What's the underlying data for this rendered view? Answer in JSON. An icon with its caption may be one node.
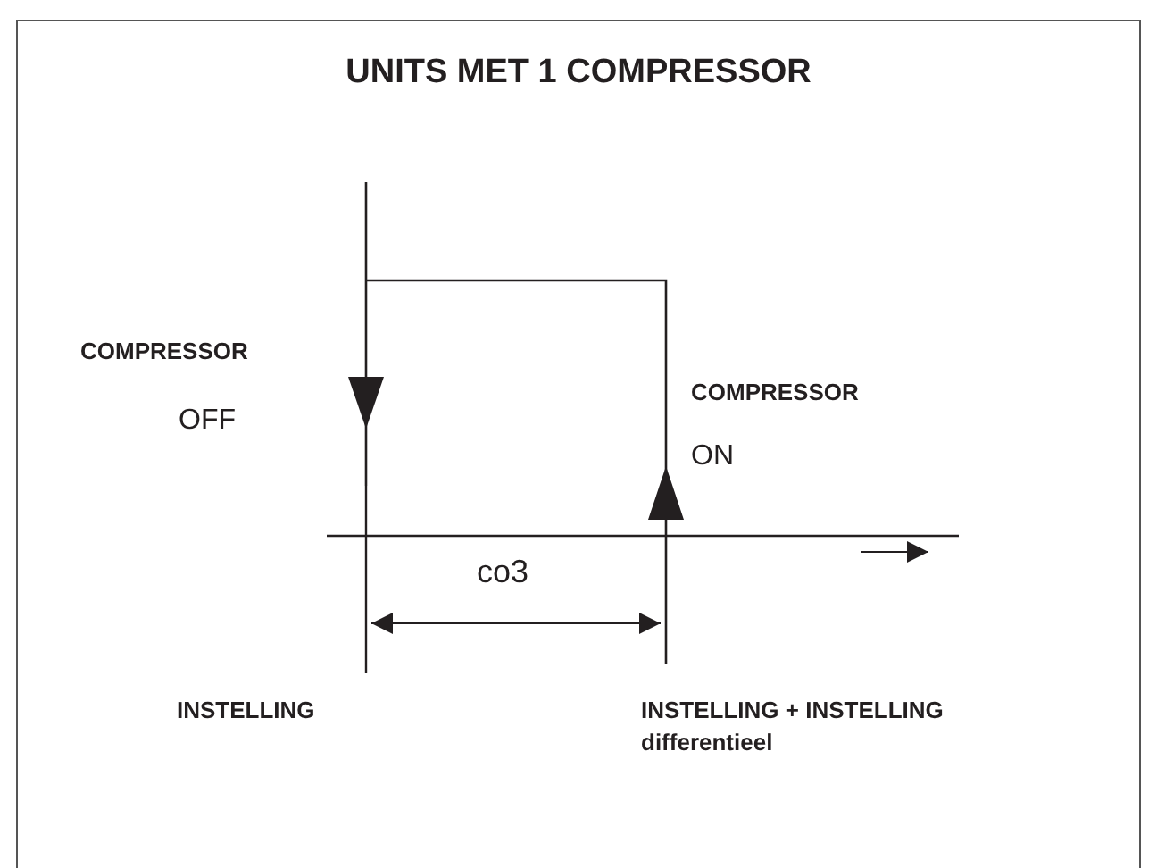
{
  "diagram": {
    "title": "UNITS MET 1 COMPRESSOR",
    "labels": [
      "COMPRESSOR",
      "OFF",
      "COMPRESSOR",
      "ON",
      "co3",
      "INSTELLING",
      "INSTELLING + INSTELLING",
      "differentieel"
    ]
  }
}
